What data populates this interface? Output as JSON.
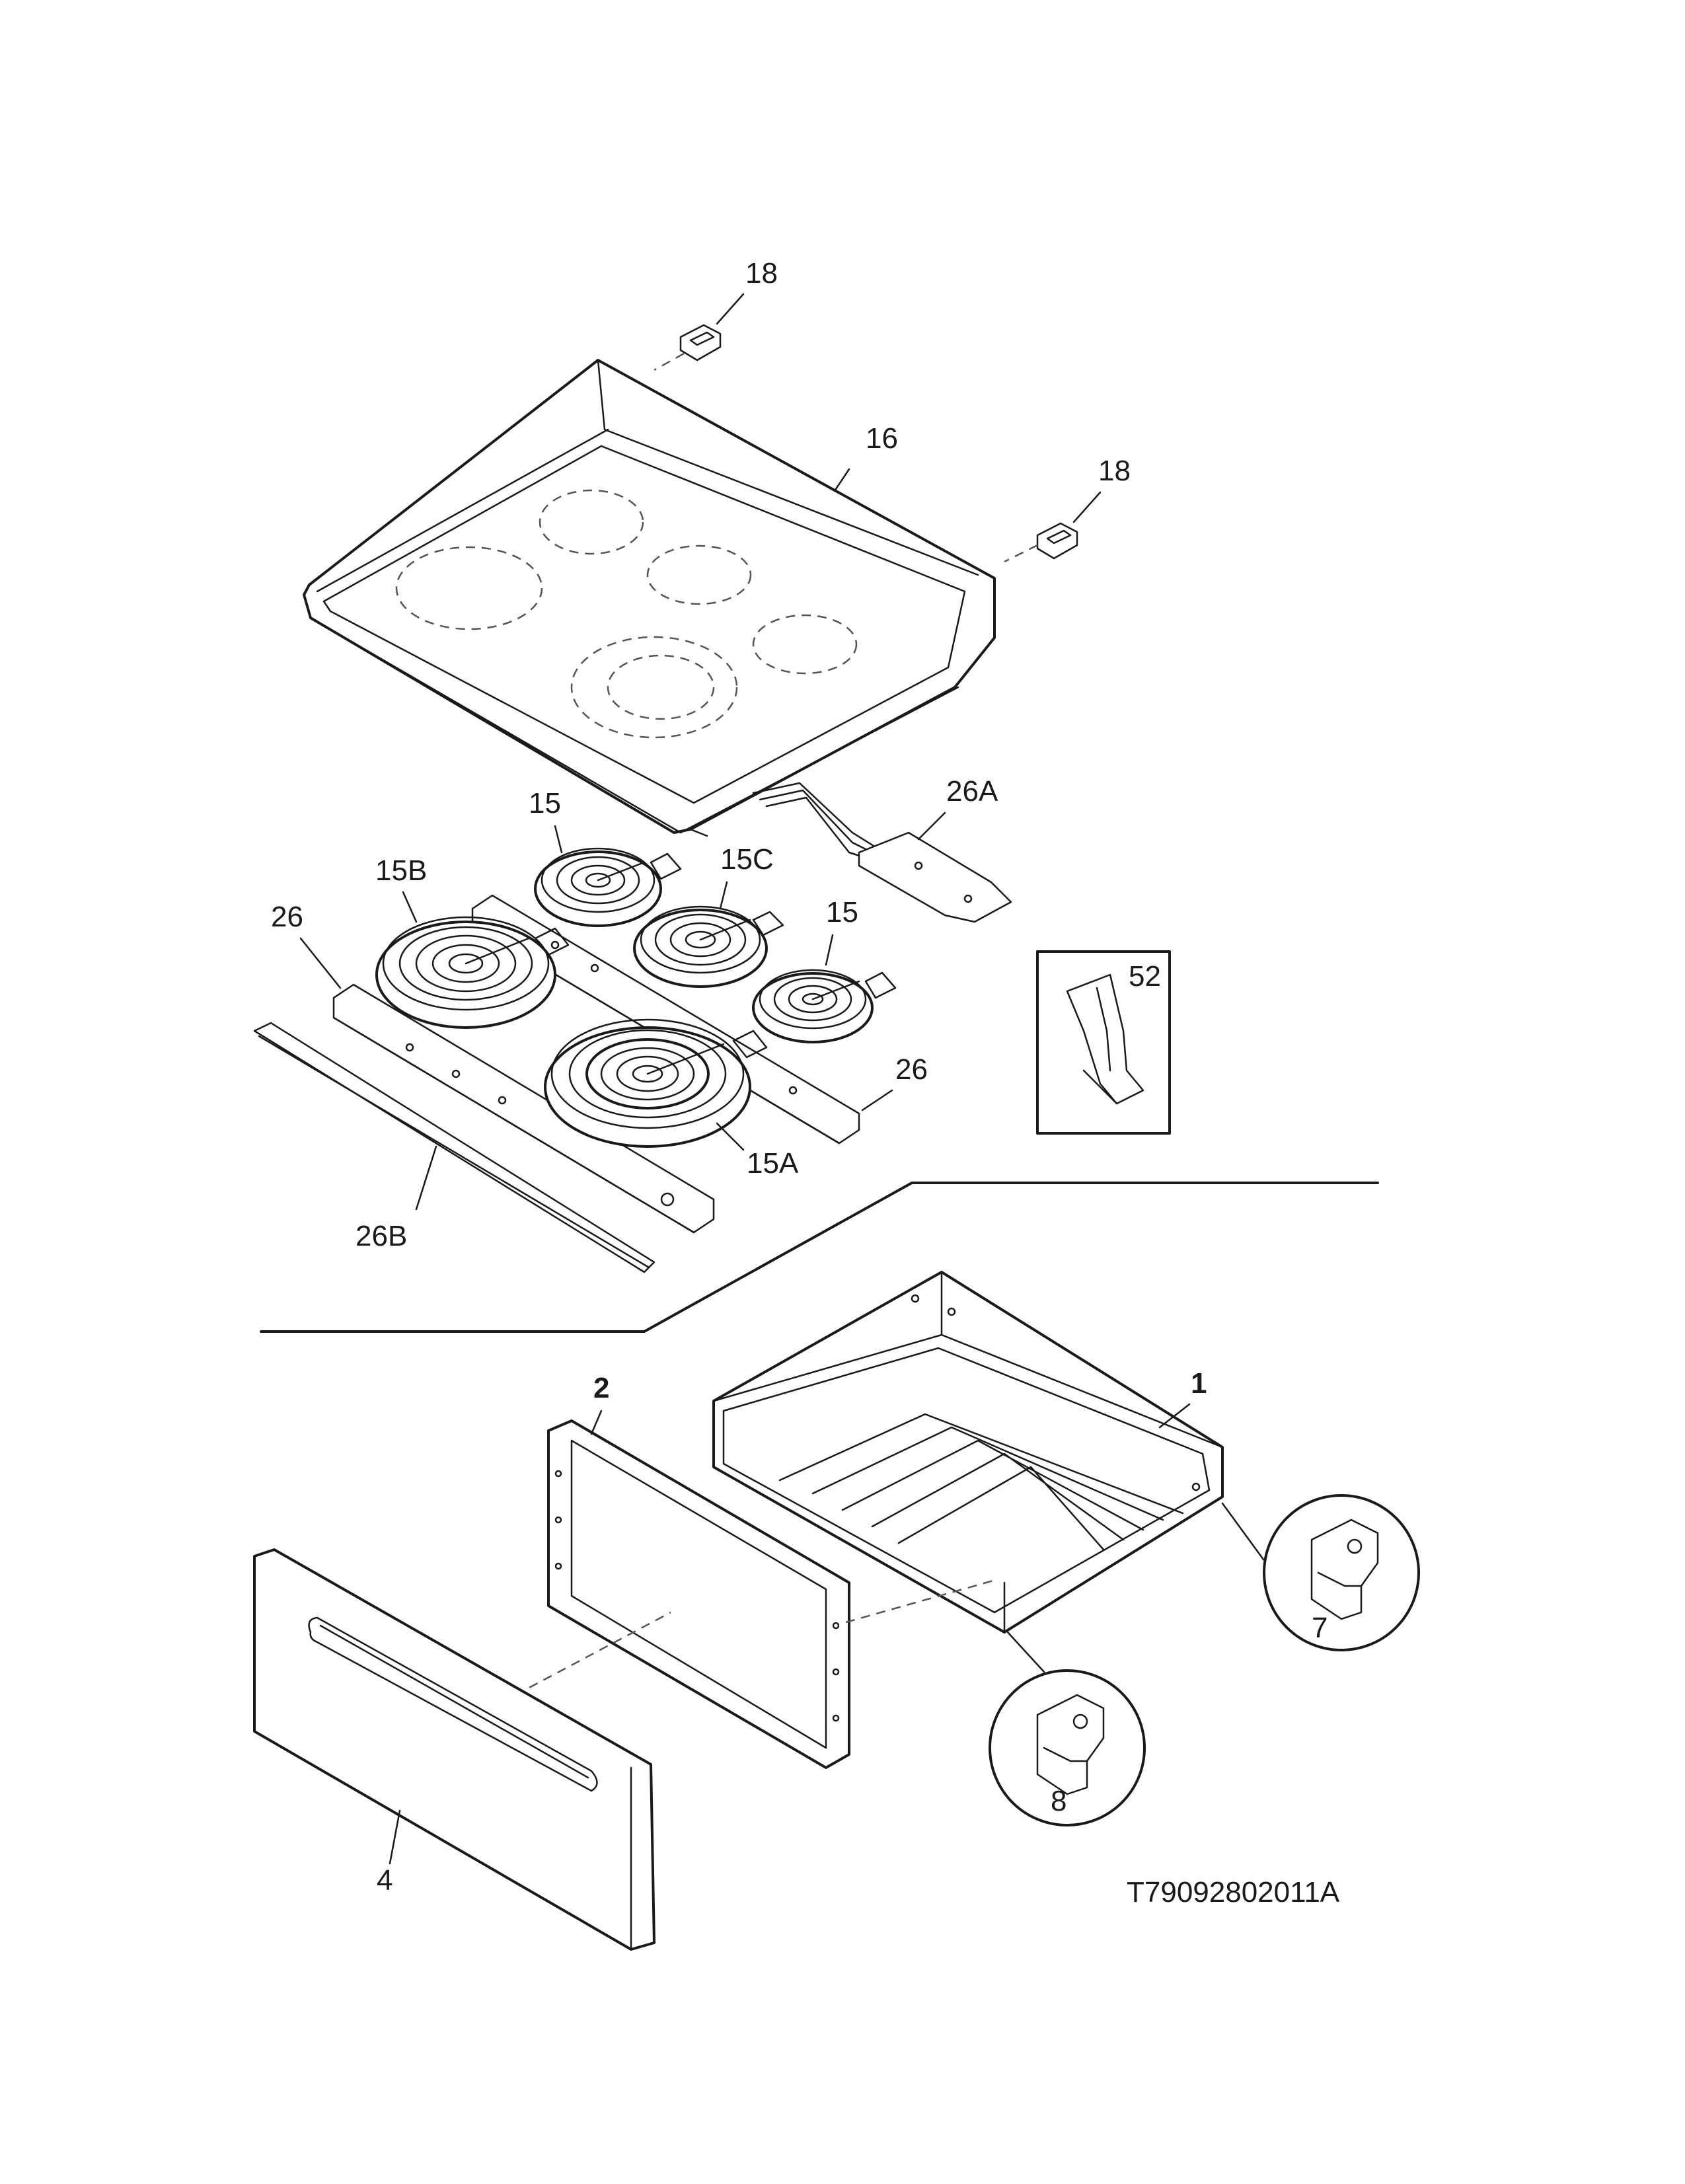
{
  "diagram": {
    "part_number": "T79092802011A",
    "labels": {
      "cooktop_glass": "16",
      "bracket_left": "18",
      "bracket_right": "18",
      "wire_harness": "26A",
      "element_top_small": "15",
      "element_right_small": "15",
      "element_left_large": "15B",
      "element_center": "15C",
      "element_front_dual": "15A",
      "element_bracket_left": "26",
      "element_bracket_right": "26",
      "trim_strip": "26B",
      "clip_inset": "52",
      "drawer_body": "1",
      "drawer_liner": "2",
      "drawer_front": "4",
      "roller_right": "7",
      "roller_left": "8"
    }
  }
}
